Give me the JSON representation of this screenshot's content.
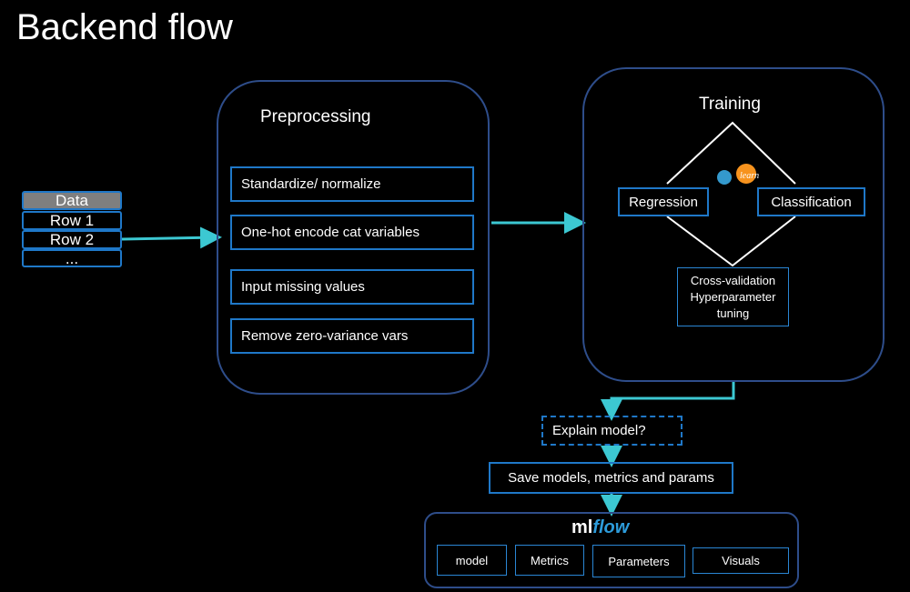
{
  "title": "Backend flow",
  "data_table": {
    "header": "Data",
    "rows": [
      "Row 1",
      "Row 2",
      "..."
    ]
  },
  "preprocessing": {
    "title": "Preprocessing",
    "steps": [
      "Standardize/ normalize",
      "One-hot encode cat variables",
      "Input missing values",
      "Remove zero-variance vars"
    ]
  },
  "training": {
    "title": "Training",
    "regression": "Regression",
    "classification": "Classification",
    "cv_lines": [
      "Cross-validation",
      "Hyperparameter",
      "tuning"
    ],
    "logo_text": "learn"
  },
  "explain": "Explain model?",
  "save": "Save models, metrics and params",
  "mlflow": {
    "logo_ml": "ml",
    "logo_flow": "flow",
    "items": [
      "model",
      "Metrics",
      "Parameters",
      "Visuals"
    ]
  },
  "colors": {
    "box_border": "#1f78c8",
    "panel_border": "#2e4d8a",
    "arrow": "#3cc8d2",
    "header_fill": "#7f7f7f"
  }
}
